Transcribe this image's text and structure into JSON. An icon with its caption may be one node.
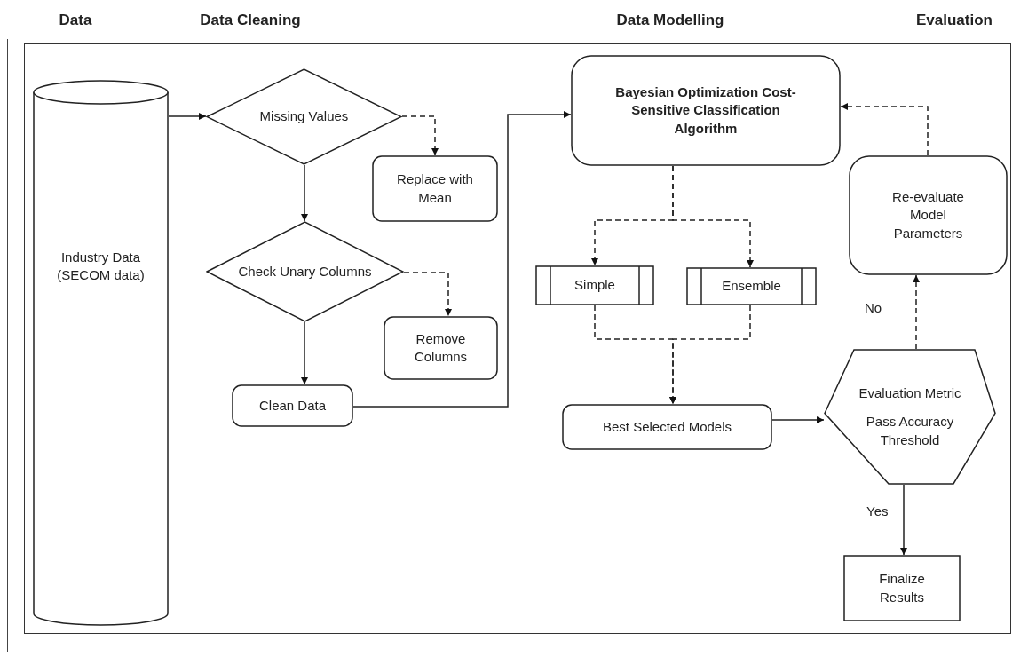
{
  "diagram": {
    "nodes": [
      {
        "text": [
          "Industry Data (SECOM data)"
        ]
      },
      {
        "text": [
          "Missing Values"
        ]
      },
      {
        "text": [
          "Replace with Mean"
        ]
      },
      {
        "text": [
          "Check Unary Columns"
        ]
      },
      {
        "text": [
          "Remove Columns"
        ]
      },
      {
        "text": [
          "Clean Data"
        ]
      },
      {
        "text": [
          "Bayesian Optimization Cost-Sensitive Classification Algorithm"
        ]
      },
      {
        "text": [
          "Simple"
        ]
      },
      {
        "text": [
          "Ensemble"
        ]
      },
      {
        "text": [
          "Re-evaluate Model Parameters"
        ]
      },
      {
        "text": [
          "Best Selected Models"
        ]
      },
      {
        "text": [
          "Evaluation Metric",
          "Pass Accuracy Threshold"
        ]
      },
      {
        "text": [
          "Finalize Results"
        ]
      }
    ],
    "edges": [
      {
        "from": 0,
        "to": 1,
        "arrow": "to"
      },
      {
        "from": 1,
        "to": 2,
        "arrow": "to",
        "style": "dashed"
      },
      {
        "from": 1,
        "to": 3,
        "arrow": "to"
      },
      {
        "from": 3,
        "to": 4,
        "arrow": "to",
        "style": "dashed"
      },
      {
        "from": 3,
        "to": 5,
        "arrow": "to"
      },
      {
        "from": 5,
        "to": 6,
        "arrow": "to"
      },
      {
        "from": 6,
        "to": 7,
        "arrow": "to",
        "style": "dashed"
      },
      {
        "from": 6,
        "to": 8,
        "arrow": "to",
        "style": "dashed"
      },
      {
        "from": 7,
        "to": 10,
        "arrow": "to",
        "style": "dashed"
      },
      {
        "from": 8,
        "to": 10,
        "arrow": "to",
        "style": "dashed"
      },
      {
        "from": 10,
        "to": 11,
        "arrow": "to"
      },
      {
        "from": 11,
        "to": 9,
        "arrow": "to",
        "style": "dashed",
        "label": "No"
      },
      {
        "from": 9,
        "to": 6,
        "arrow": "to",
        "style": "dashed"
      },
      {
        "from": 11,
        "to": 12,
        "arrow": "to",
        "label": "Yes"
      }
    ],
    "labels": [
      "Data",
      "Data Cleaning",
      "Data Modelling",
      "Evaluation"
    ]
  }
}
